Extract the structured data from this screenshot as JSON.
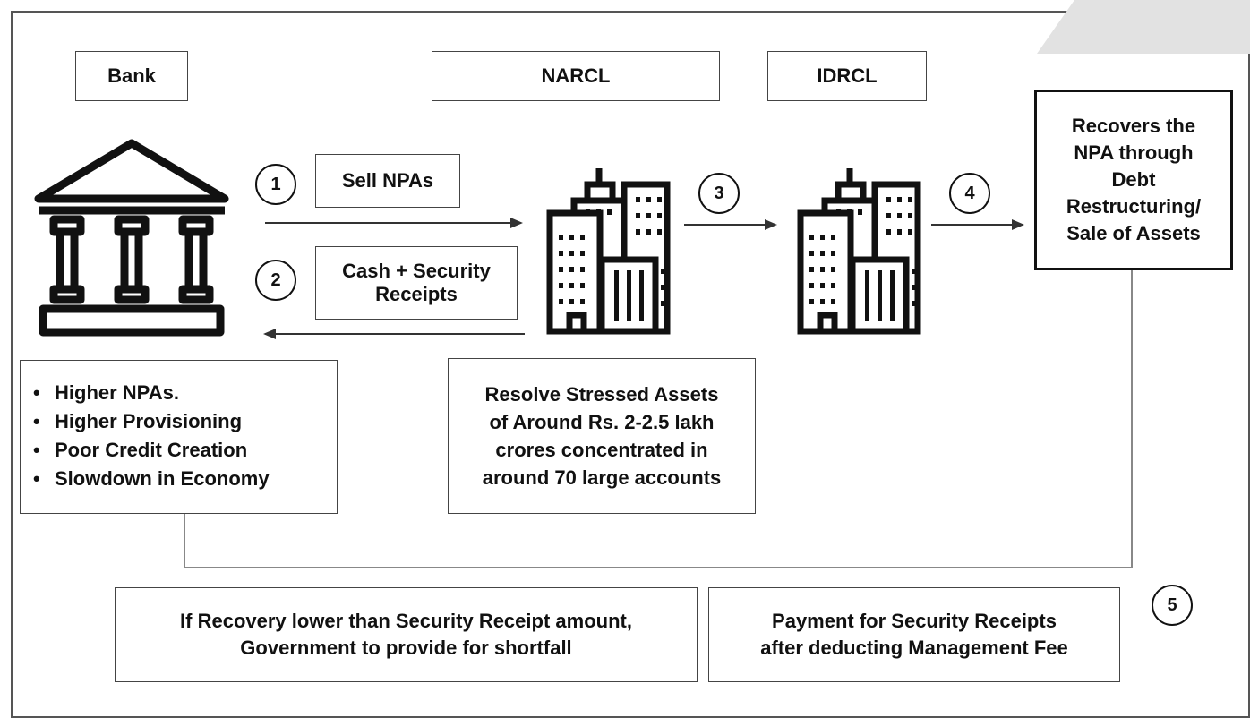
{
  "headers": {
    "bank": "Bank",
    "narcl": "NARCL",
    "idrcl": "IDRCL"
  },
  "steps": {
    "step1_number": "1",
    "step1_label": "Sell NPAs",
    "step2_number": "2",
    "step2_label_line1": "Cash + Security",
    "step2_label_line2": "Receipts",
    "step3_number": "3",
    "step4_number": "4",
    "step5_number": "5"
  },
  "recovery_box": {
    "line1": "Recovers the",
    "line2": "NPA through",
    "line3": "Debt",
    "line4": "Restructuring/",
    "line5": "Sale of Assets"
  },
  "bank_problems": [
    "Higher NPAs.",
    "Higher Provisioning",
    "Poor Credit Creation",
    "Slowdown in Economy"
  ],
  "narcl_goal": {
    "line1": "Resolve Stressed Assets",
    "line2": "of Around Rs. 2-2.5 lakh",
    "line3": "crores concentrated in",
    "line4": "around 70 large accounts"
  },
  "shortfall_box": {
    "line1": "If Recovery lower than Security Receipt amount,",
    "line2": "Government to provide for shortfall"
  },
  "payment_box": {
    "line1": "Payment for Security Receipts",
    "line2": "after deducting Management Fee"
  },
  "icons": {
    "bank": "bank-building-icon",
    "narcl": "office-buildings-icon",
    "idrcl": "office-buildings-icon"
  },
  "colors": {
    "ink": "#111111",
    "connector": "#888888",
    "background": "#ffffff"
  }
}
